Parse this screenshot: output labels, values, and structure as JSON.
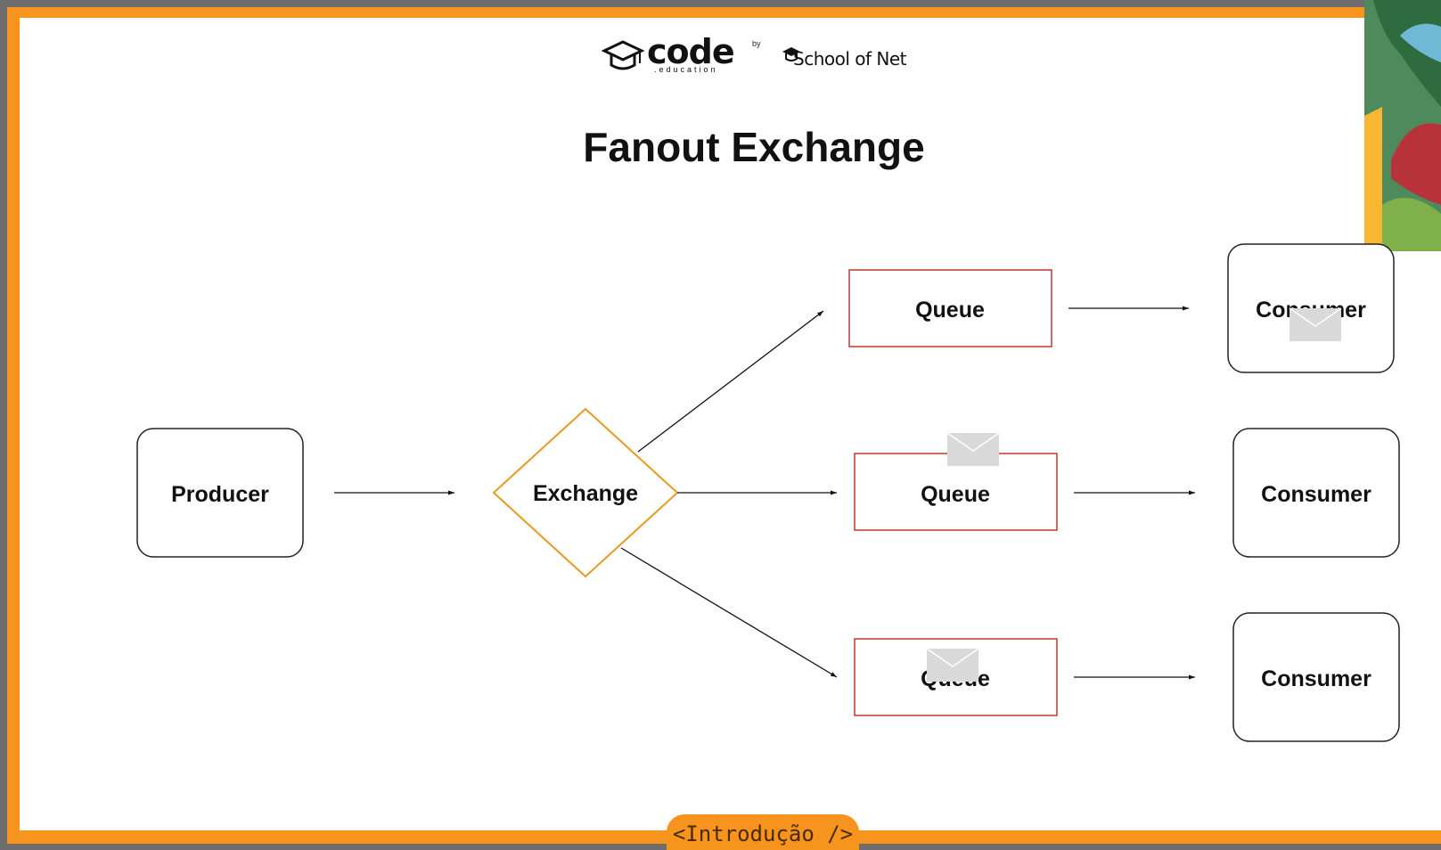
{
  "brand": {
    "code_logo": "code",
    "code_sub": ".education",
    "by": "by",
    "son_logo": "School of Net"
  },
  "title": "Fanout Exchange",
  "nodes": {
    "producer": "Producer",
    "exchange": "Exchange",
    "queue_top": "Queue",
    "queue_mid": "Queue",
    "queue_bot": "Queue",
    "consumer_top": "Consumer",
    "consumer_mid": "Consumer",
    "consumer_bot": "Consumer"
  },
  "footer": "<Introdução />",
  "colors": {
    "frame": "#f7941d",
    "exchange_stroke": "#e69a1e",
    "queue_stroke": "#c0392b",
    "node_stroke": "#222222",
    "envelope": "#d9d9d9"
  },
  "icons": [
    "graduation-cap-icon",
    "envelope-icon"
  ]
}
